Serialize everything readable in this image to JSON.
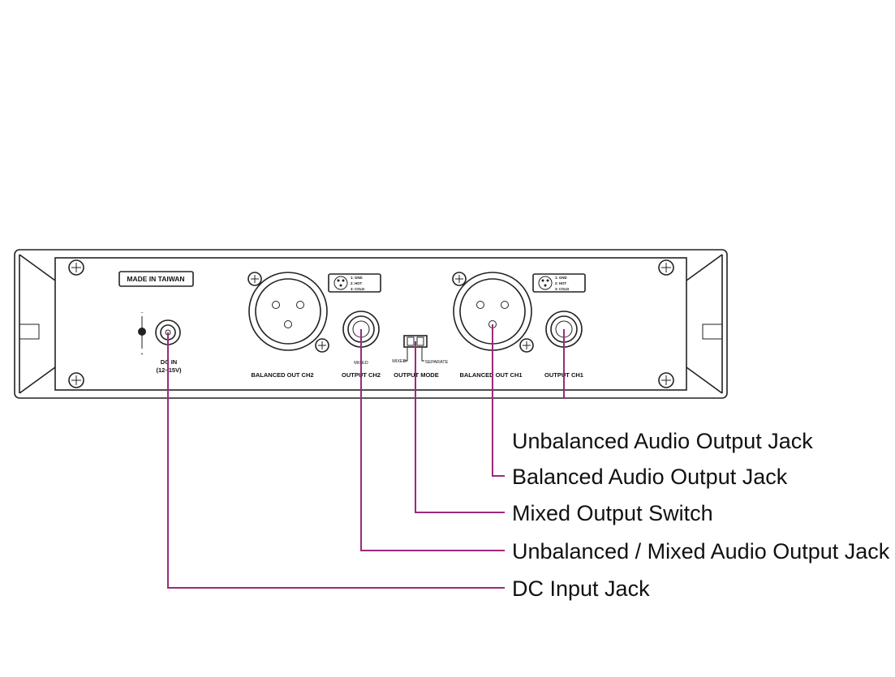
{
  "panel": {
    "made_in": "MADE IN TAIWAN",
    "dc_in_line1": "DC IN",
    "dc_in_line2": "(12~15V)",
    "polarity_minus": "–",
    "polarity_plus": "+",
    "balanced_ch2": "BALANCED OUT CH2",
    "balanced_ch1": "BALANCED OUT CH1",
    "output_ch2": "OUTPUT CH2",
    "output_ch1": "OUTPUT CH1",
    "output_mode": "OUTPUT MODE",
    "mixed_small": "MIXED",
    "switch_mixed": "MIXED",
    "switch_separate": "SEPARATE",
    "pin_legend": [
      "1: GND",
      "2: HOT",
      "3: COLD"
    ]
  },
  "callouts": [
    "Unbalanced Audio Output Jack",
    "Balanced Audio Output Jack",
    "Mixed Output Switch",
    "Unbalanced / Mixed Audio Output Jack",
    "DC Input Jack"
  ],
  "colors": {
    "leader": "#9b2a7c",
    "outline": "#222222"
  }
}
